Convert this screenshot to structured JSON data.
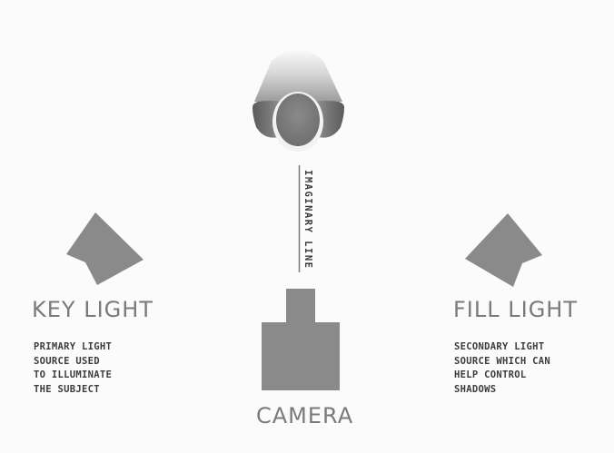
{
  "subject": {
    "icon": "person-top-view-icon"
  },
  "imaginary_line": {
    "label": "IMAGINARY LINE"
  },
  "key_light": {
    "title": "KEY LIGHT",
    "description": "PRIMARY LIGHT\nSOURCE USED\nTO ILLUMINATE\nTHE SUBJECT",
    "icon": "spotlight-icon"
  },
  "fill_light": {
    "title": "FILL LIGHT",
    "description": "SECONDARY LIGHT\nSOURCE WHICH CAN\nHELP CONTROL\nSHADOWS",
    "icon": "spotlight-icon"
  },
  "camera": {
    "title": "CAMERA",
    "icon": "camera-block-icon"
  },
  "colors": {
    "background": "#fbfbfb",
    "shape_gray": "#8a8a8a",
    "text_gray": "#7a7a7a",
    "text_dark": "#3c3c3c"
  }
}
